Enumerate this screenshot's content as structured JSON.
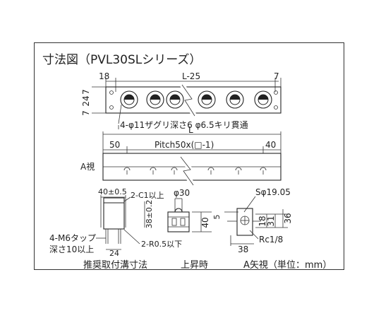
{
  "title": "寸法図（PVL30SLシリーズ）",
  "top_view": {
    "dim_left": "18",
    "dim_center": "L-25",
    "dim_right": "7",
    "dim_v1": "7",
    "dim_v2": "24",
    "dim_v3": "7",
    "note": "4-φ11ザグリ深さ6 φ6.5キリ貫通"
  },
  "side_view": {
    "dim_total": "L",
    "dim_left": "50",
    "dim_pitch": "Pitch50x(□-1)",
    "dim_right": "40",
    "view_label": "A視"
  },
  "groove": {
    "dim_width": "40±0.5",
    "chamfer": "2-C1以上",
    "depth": "38±0.2",
    "radius": "2-R0.5以下",
    "tap_line1": "4-M6タップ",
    "tap_line2": "深さ10以上",
    "dim_bottom": "24",
    "caption": "推奨取付溝寸法"
  },
  "lift": {
    "dia": "φ30",
    "height": "40",
    "stroke": "5",
    "caption": "上昇時"
  },
  "a_view": {
    "dia": "Sφ19.05",
    "d18": "18",
    "d31": "31",
    "d36": "36",
    "port": "Rc1/8",
    "dim_38": "38",
    "caption": "A矢視",
    "unit": "（単位：mm）"
  }
}
